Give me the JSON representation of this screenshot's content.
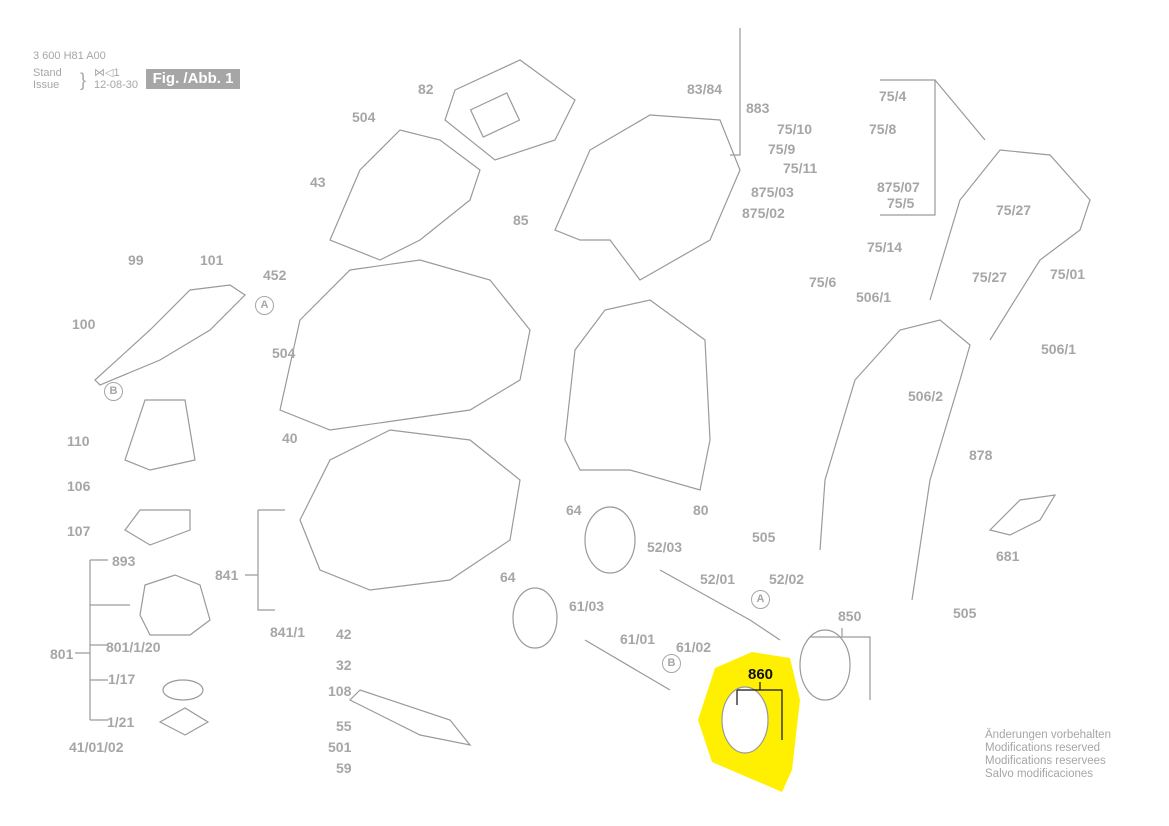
{
  "header": {
    "doc_number": "3 600 H81 A00",
    "stand_label": "Stand",
    "issue_label": "Issue",
    "stand_value": "⋈◁1",
    "issue_date": "12-08-30",
    "figure_label": "Fig. /Abb. 1"
  },
  "highlight": {
    "part": "860",
    "color": "#ffef00"
  },
  "ref_markers": {
    "a": "A",
    "b": "B"
  },
  "parts": {
    "p82": "82",
    "p504a": "504",
    "p43": "43",
    "p85": "85",
    "p99": "99",
    "p101": "101",
    "p100": "100",
    "p452": "452",
    "p504b": "504",
    "p40": "40",
    "p110": "110",
    "p106": "106",
    "p107": "107",
    "p893": "893",
    "p801": "801",
    "p801_1_20": "801/1/20",
    "p1_17": "1/17",
    "p1_21": "1/21",
    "p41_01_02": "41/01/02",
    "p841": "841",
    "p841_1": "841/1",
    "p42": "42",
    "p32": "32",
    "p108": "108",
    "p55": "55",
    "p501": "501",
    "p59": "59",
    "p83_84": "83/84",
    "p883": "883",
    "p80": "80",
    "p64a": "64",
    "p64b": "64",
    "p52_03": "52/03",
    "p52_01": "52/01",
    "p52_02": "52/02",
    "p61_03": "61/03",
    "p61_01": "61/01",
    "p61_02": "61/02",
    "p850": "850",
    "p505a": "505",
    "p505b": "505",
    "p75_4": "75/4",
    "p75_10": "75/10",
    "p75_8": "75/8",
    "p75_9": "75/9",
    "p75_11": "75/11",
    "p875_03": "875/03",
    "p875_07": "875/07",
    "p875_02": "875/02",
    "p75_5": "75/5",
    "p75_14": "75/14",
    "p75_6": "75/6",
    "p506_1a": "506/1",
    "p506_1b": "506/1",
    "p75_27a": "75/27",
    "p75_27b": "75/27",
    "p75_01": "75/01",
    "p506_2": "506/2",
    "p878": "878",
    "p681": "681"
  },
  "footer_note": [
    "Änderungen vorbehalten",
    "Modifications reserved",
    "Modifications reservees",
    "Salvo modificaciones"
  ]
}
